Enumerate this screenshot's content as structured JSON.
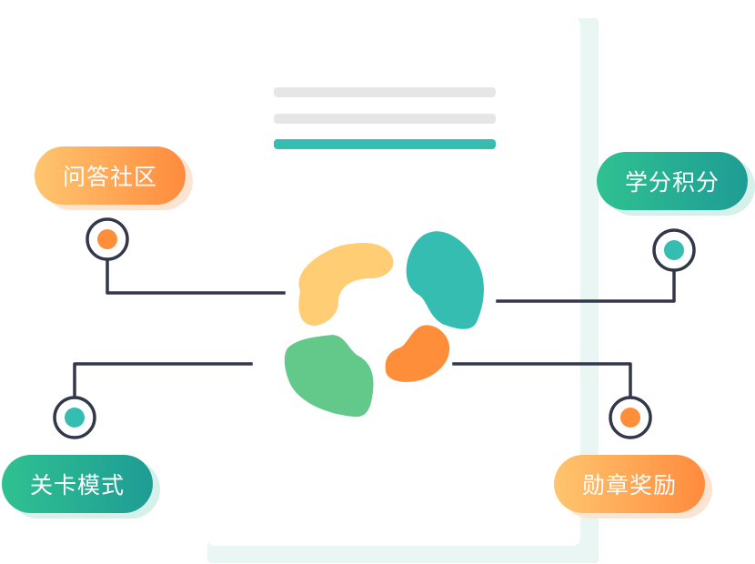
{
  "labels": {
    "qa_community": "问答社区",
    "credits": "学分积分",
    "level_mode": "关卡模式",
    "badge_rewards": "勋章奖励"
  },
  "colors": {
    "orange": "#FF8E3A",
    "yellow": "#FFCD74",
    "teal": "#36BDB2",
    "green": "#62C98A",
    "line": "#33374A"
  }
}
